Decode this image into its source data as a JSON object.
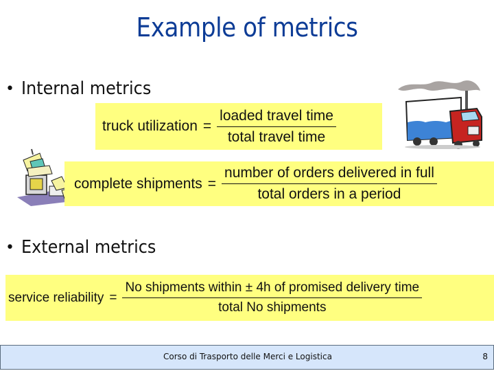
{
  "slide": {
    "title": "Example of metrics",
    "bullets": [
      {
        "dot": "•",
        "label": "Internal metrics"
      },
      {
        "dot": "•",
        "label": "External metrics"
      }
    ],
    "formulas": [
      {
        "lhs": "truck utilization",
        "eq": "=",
        "numerator": "loaded travel time",
        "denominator": "total travel time"
      },
      {
        "lhs": "complete shipments",
        "eq": "=",
        "numerator": "number of orders delivered in full",
        "denominator": "total orders in a period"
      },
      {
        "lhs": "service reliability",
        "eq": "=",
        "numerator": "No shipments within ± 4h of promised delivery time",
        "denominator": "total No shipments"
      }
    ],
    "images": {
      "truck": "truck-clipart",
      "documents": "paperwork-computer-clipart"
    },
    "colors": {
      "title": "#0d3c96",
      "formula_bg": "#ffff80",
      "footer_bg": "#d6e6fb"
    }
  },
  "footer": {
    "course": "Corso di Trasporto delle Merci e Logistica",
    "page": "8"
  }
}
